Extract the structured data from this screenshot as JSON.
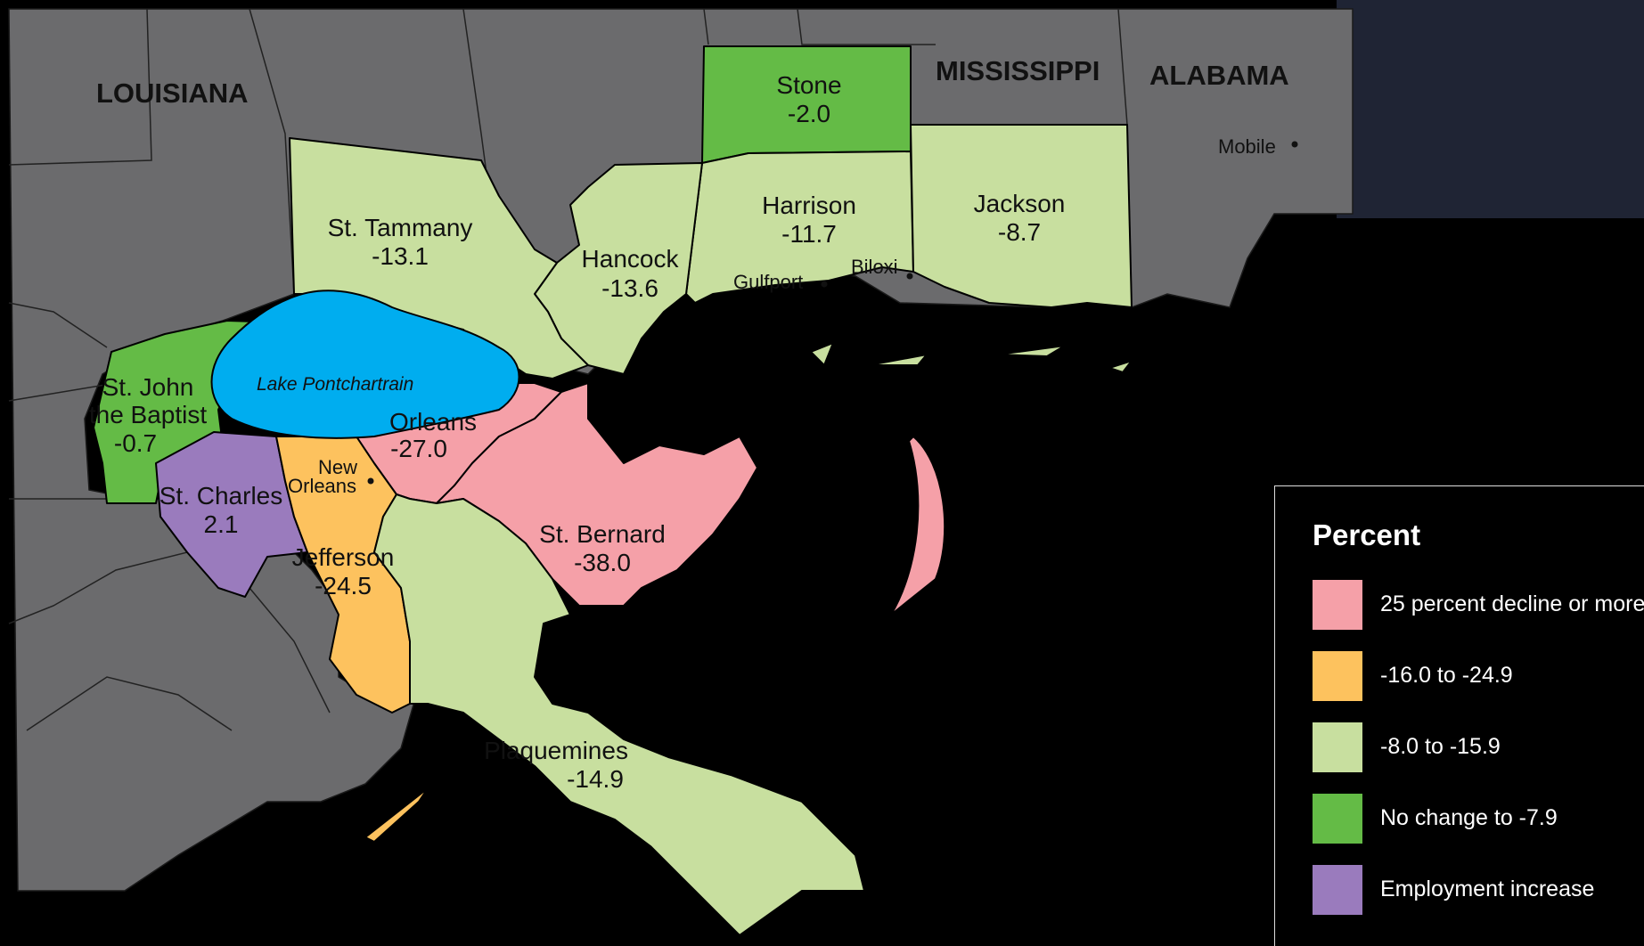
{
  "colors": {
    "decline_25_plus": "#f5a0a8",
    "decline_16_to_24_9": "#fdc25e",
    "decline_8_to_15_9": "#c8df9f",
    "no_change_to_7_9": "#64bb46",
    "increase": "#9a7bbd",
    "lake": "#00adef",
    "other_land": "#6b6b6d",
    "water": "#000000"
  },
  "map": {
    "state_labels": {
      "louisiana": "LOUISIANA",
      "mississippi": "MISSISSIPPI",
      "alabama": "ALABAMA"
    },
    "lake_label": "Lake Pontchartrain",
    "cities": {
      "mobile": "Mobile",
      "gulfport": "Gulfport",
      "biloxi": "Biloxi",
      "new_orleans_line1": "New",
      "new_orleans_line2": "Orleans"
    },
    "counties": {
      "stone": {
        "name": "Stone",
        "value": "-2.0",
        "class": "no_change_to_7_9"
      },
      "harrison": {
        "name": "Harrison",
        "value": "-11.7",
        "class": "decline_8_to_15_9"
      },
      "jackson": {
        "name": "Jackson",
        "value": "-8.7",
        "class": "decline_8_to_15_9"
      },
      "hancock": {
        "name": "Hancock",
        "value": "-13.6",
        "class": "decline_8_to_15_9"
      },
      "st_tammany": {
        "name": "St. Tammany",
        "value": "-13.1",
        "class": "decline_8_to_15_9"
      },
      "st_john": {
        "name_line1": "St. John",
        "name_line2": "the Baptist",
        "value": "-0.7",
        "class": "no_change_to_7_9"
      },
      "st_charles": {
        "name": "St. Charles",
        "value": "2.1",
        "class": "increase"
      },
      "jefferson": {
        "name": "Jefferson",
        "value": "-24.5",
        "class": "decline_16_to_24_9"
      },
      "orleans": {
        "name": "Orleans",
        "value": "-27.0",
        "class": "decline_25_plus"
      },
      "st_bernard": {
        "name": "St. Bernard",
        "value": "-38.0",
        "class": "decline_25_plus"
      },
      "plaquemines": {
        "name": "Plaquemines",
        "value": "-14.9",
        "class": "decline_8_to_15_9"
      }
    }
  },
  "legend": {
    "title": "Percent",
    "items": [
      {
        "label": "25 percent decline or more",
        "color": "#f5a0a8"
      },
      {
        "label": "-16.0 to -24.9",
        "color": "#fdc25e"
      },
      {
        "label": "-8.0 to -15.9",
        "color": "#c8df9f"
      },
      {
        "label": "No change to -7.9",
        "color": "#64bb46"
      },
      {
        "label": "Employment increase",
        "color": "#9a7bbd"
      }
    ]
  }
}
